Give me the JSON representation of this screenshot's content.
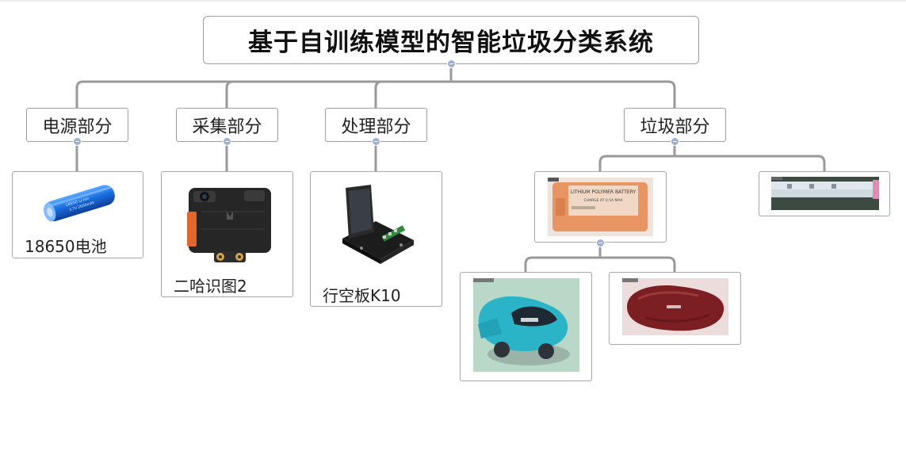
{
  "root": {
    "title": "基于自训练模型的智能垃圾分类系统"
  },
  "branches": {
    "power": {
      "label": "电源部分",
      "item_caption": "18650电池"
    },
    "capture": {
      "label": "采集部分",
      "item_caption": "二哈识图2"
    },
    "process": {
      "label": "处理部分",
      "item_caption": "行空板K10"
    },
    "garbage": {
      "label": "垃圾部分"
    }
  },
  "colors": {
    "line": "#9a9a9a",
    "collapse": "#9bb0d8",
    "node_border": "#9e9e9e"
  },
  "icons": {
    "battery": "battery-18650-photo",
    "camera": "huskylens-camera-photo",
    "board": "unihiker-k10-photo",
    "lipo": "lipo-battery-photo",
    "chopsticks": "chopsticks-photo",
    "toy_plane": "toy-plane-photo",
    "jujube": "red-jujube-photo"
  },
  "photo_text": {
    "lipo_line1": "LITHIUM POLYMER BATTERY",
    "lipo_line2": "CHARGE AT 0.5A MAX",
    "battery_line1": "18650 Li-ion",
    "battery_line2": "3.7V 2600mAh"
  }
}
